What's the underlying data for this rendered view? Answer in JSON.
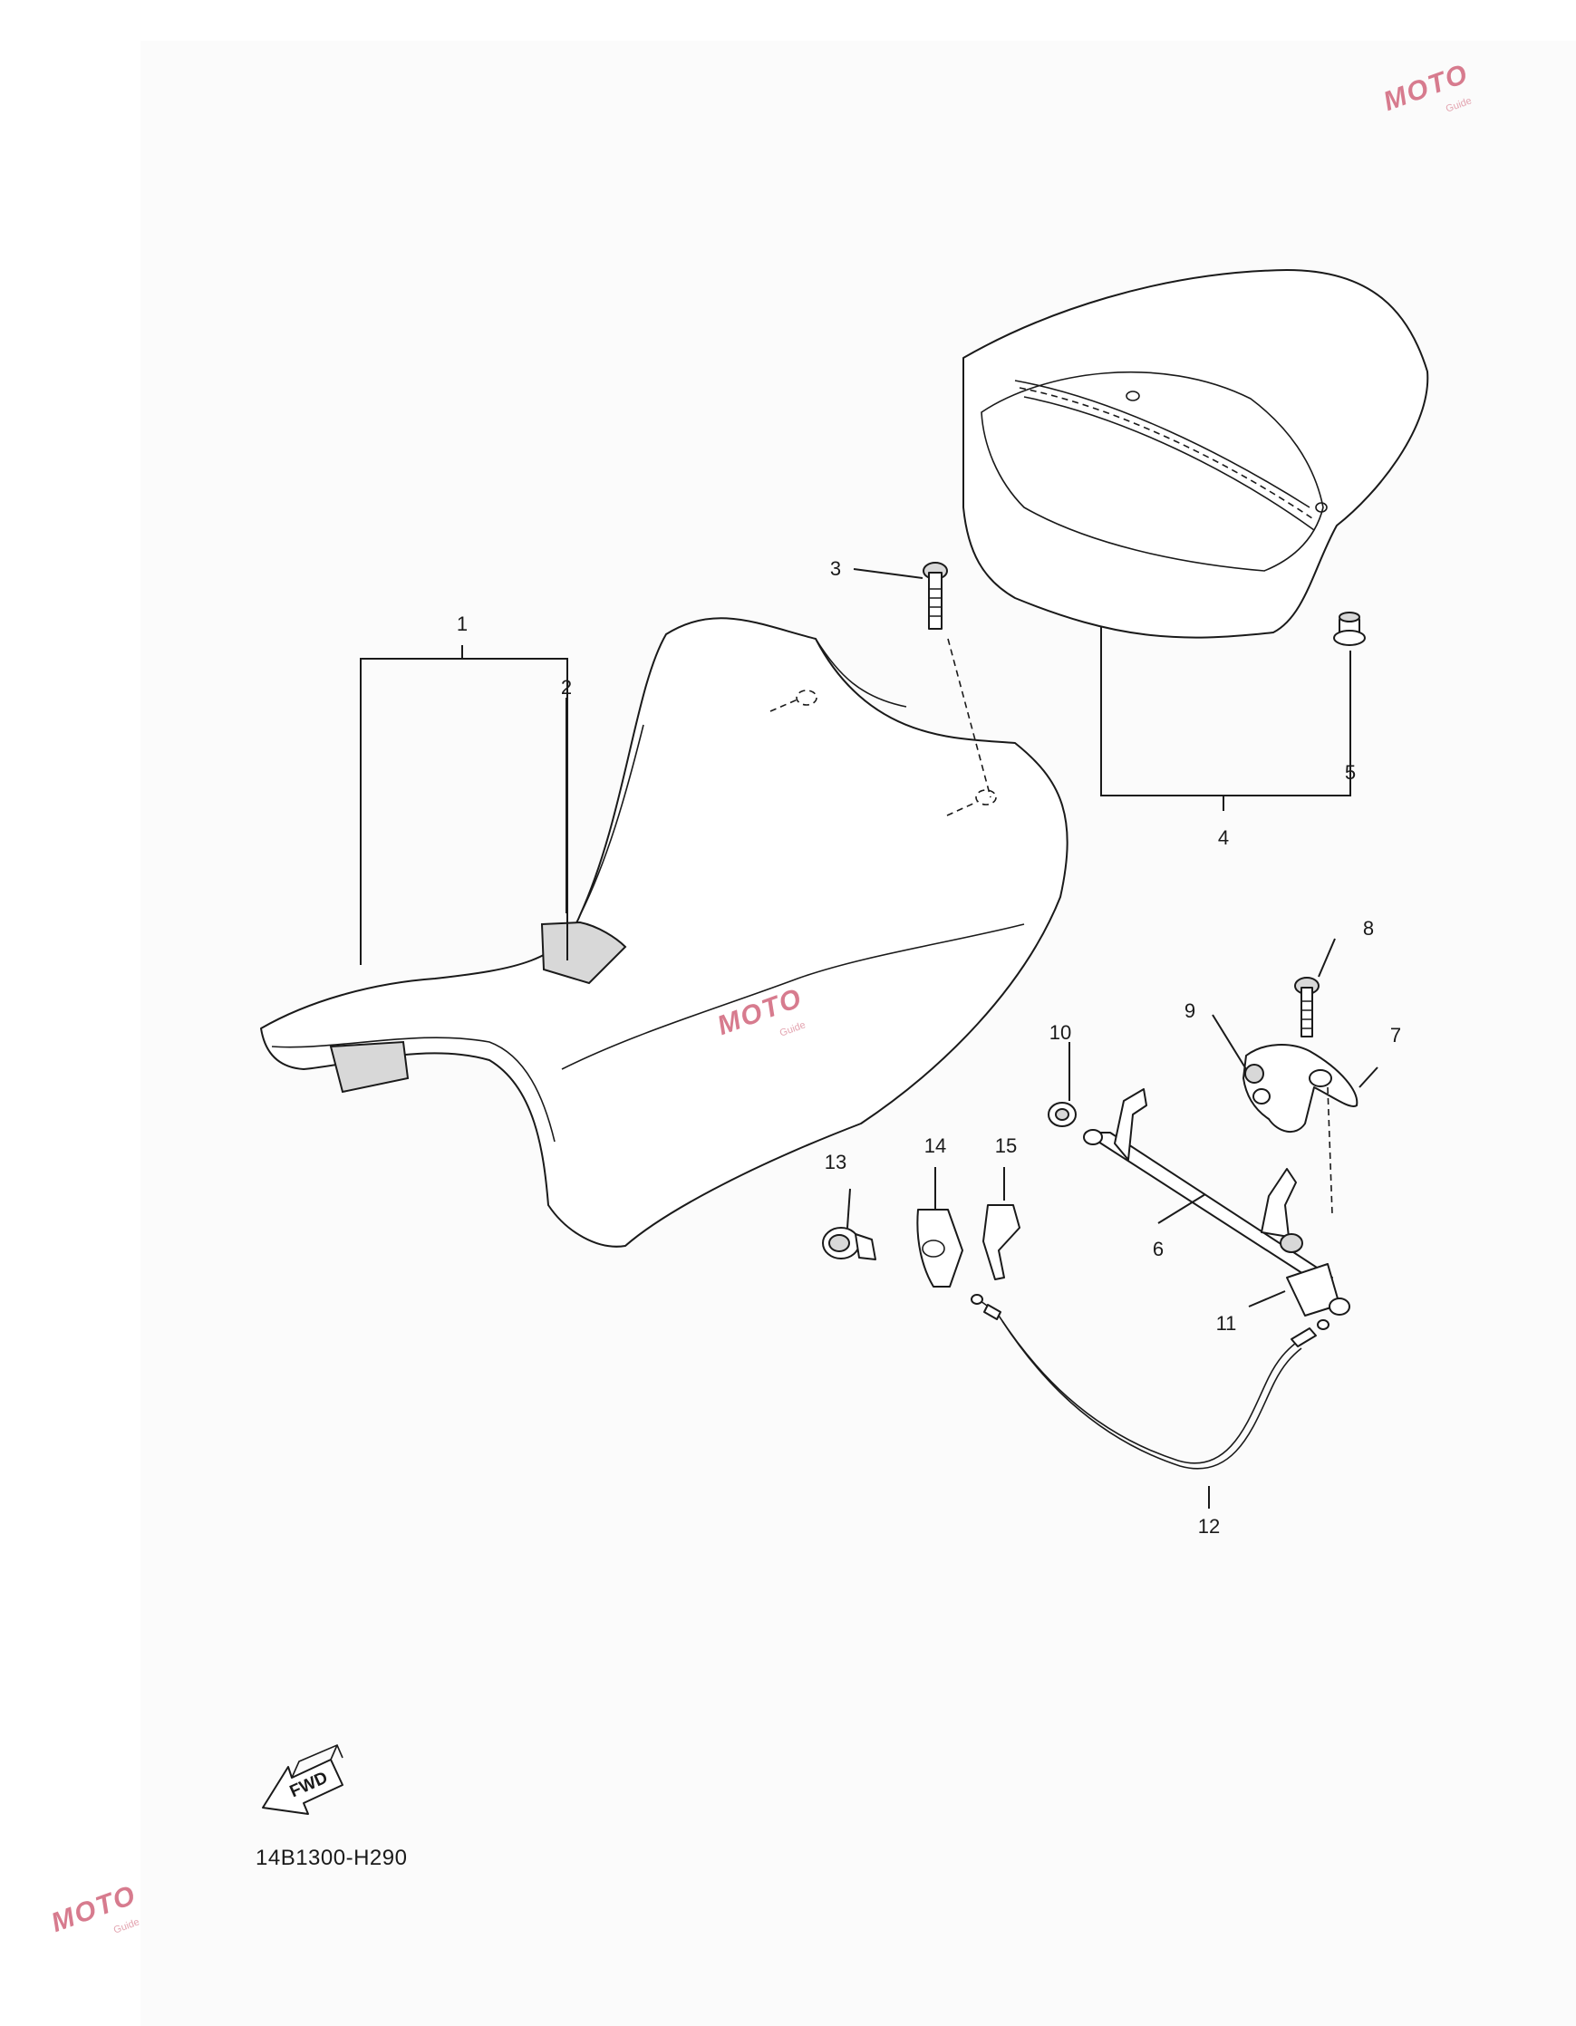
{
  "diagram": {
    "code": "14B1300-H290",
    "fwd_label": "FWD",
    "callouts": [
      "1",
      "2",
      "3",
      "4",
      "5",
      "6",
      "7",
      "8",
      "9",
      "10",
      "11",
      "12",
      "13",
      "14",
      "15"
    ]
  },
  "watermarks": [
    {
      "text": "MOTO",
      "sub": "Guide"
    },
    {
      "text": "MOTO",
      "sub": "Guide"
    },
    {
      "text": "MOTO",
      "sub": "Guide"
    }
  ],
  "colors": {
    "line": "#1a1a1a",
    "panel": "#fbfbfb",
    "watermark": "#d77b8e"
  }
}
